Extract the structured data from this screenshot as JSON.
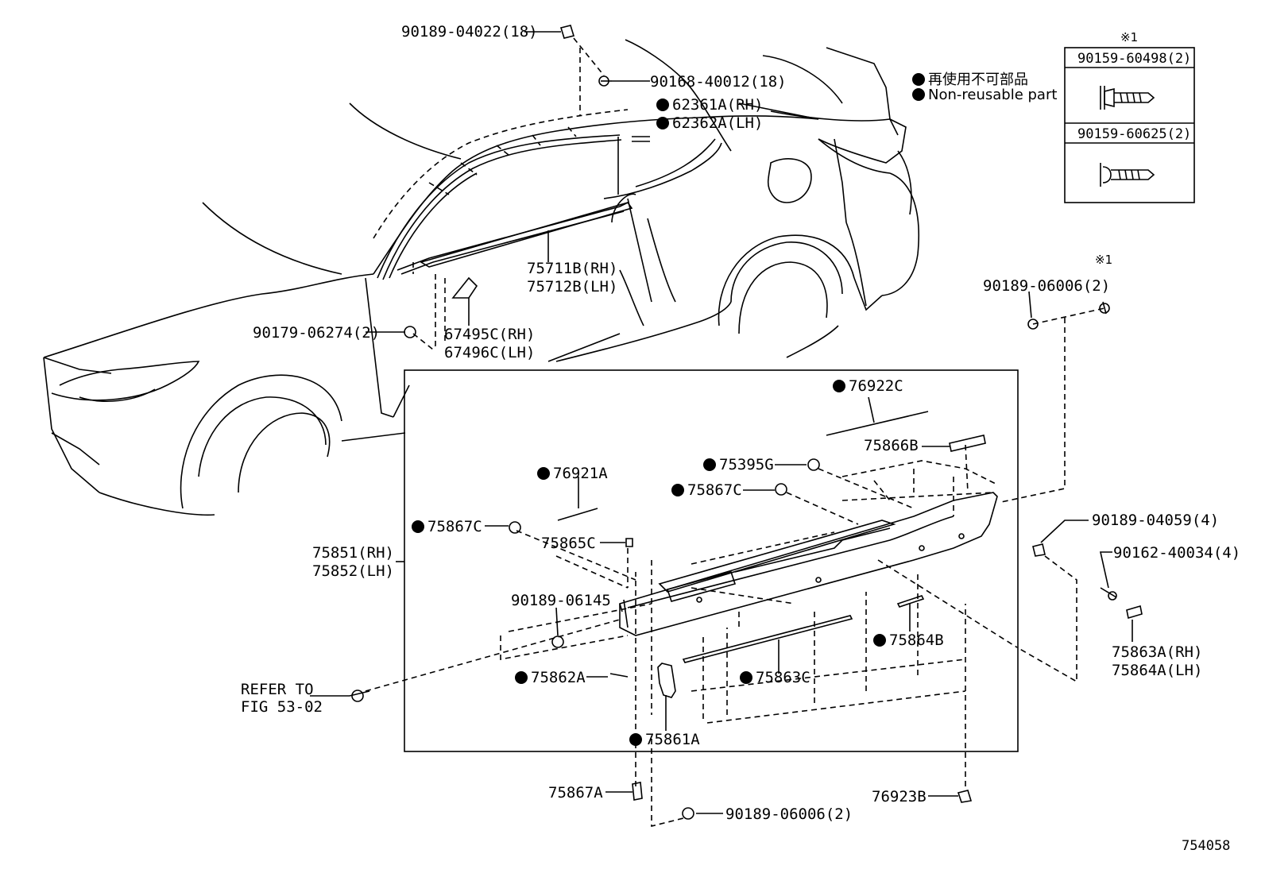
{
  "legend": {
    "line_jp": "再使用不可部品",
    "line_en": "Non-reusable part"
  },
  "note_mark": "※1",
  "note_box": {
    "mark": "※1",
    "part_a": "90159-60498(2)",
    "part_b": "90159-60625(2)"
  },
  "figure_number": "754058",
  "labels": {
    "p90189_04022": "90189-04022(18)",
    "p90168_40012": "90168-40012(18)",
    "p62361a": "62361A(RH)",
    "p62362a": "62362A(LH)",
    "p75711b": "75711B(RH)",
    "p75712b": "75712B(LH)",
    "p90179_06274": "90179-06274(2)",
    "p67495c": "67495C(RH)",
    "p67496c": "67496C(LH)",
    "p90189_06006_top": "90189-06006(2)",
    "p76922c": "76922C",
    "p75866b": "75866B",
    "p75395g": "75395G",
    "p76921a": "76921A",
    "p75867c_right": "75867C",
    "p75867c_left": "75867C",
    "p75865c": "75865C",
    "p75851": "75851(RH)",
    "p75852": "75852(LH)",
    "p90189_04059": "90189-04059(4)",
    "p90162_40034": "90162-40034(4)",
    "p90189_06145": "90189-06145",
    "p75864b": "75864B",
    "p75863a": "75863A(RH)",
    "p75864a": "75864A(LH)",
    "refer_to": "REFER TO",
    "refer_fig": "FIG 53-02",
    "p75862a": "75862A",
    "p75863c": "75863C",
    "p75861a": "75861A",
    "p75867a": "75867A",
    "p76923b": "76923B",
    "p90189_06006_bottom": "90189-06006(2)"
  },
  "colors": {
    "ink": "#000000",
    "paper": "#ffffff"
  }
}
